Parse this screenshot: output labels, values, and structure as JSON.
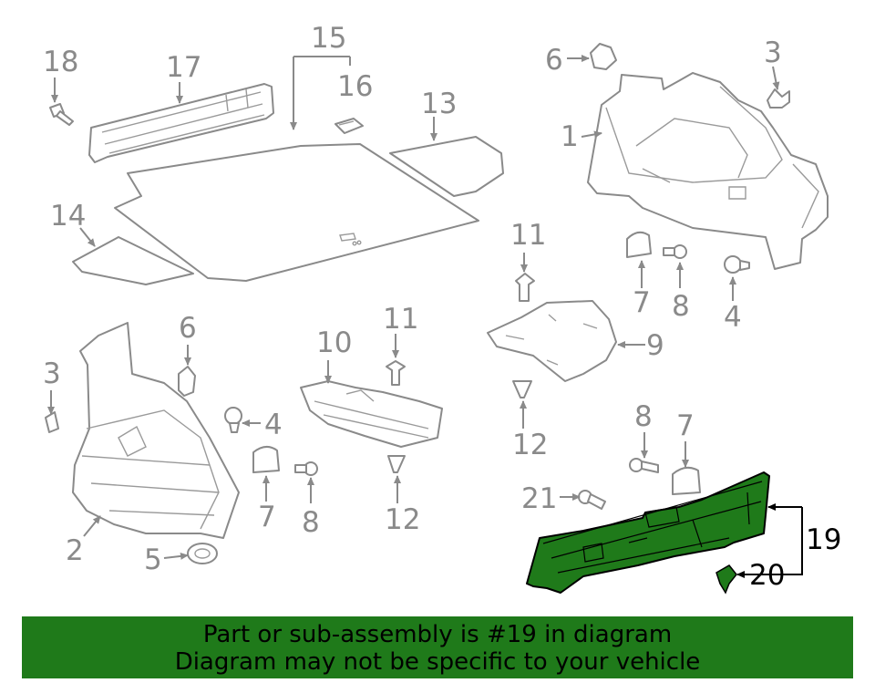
{
  "callouts": {
    "c1": "1",
    "c2": "2",
    "c3a": "3",
    "c3b": "3",
    "c4a": "4",
    "c4b": "4",
    "c5": "5",
    "c6a": "6",
    "c6b": "6",
    "c7a": "7",
    "c7b": "7",
    "c7c": "7",
    "c8a": "8",
    "c8b": "8",
    "c8c": "8",
    "c9": "9",
    "c10": "10",
    "c11a": "11",
    "c11b": "11",
    "c12a": "12",
    "c12b": "12",
    "c13": "13",
    "c14": "14",
    "c15": "15",
    "c16": "16",
    "c17": "17",
    "c18": "18",
    "c19": "19",
    "c20": "20",
    "c21": "21"
  },
  "highlight_color": "#1f7a1a",
  "banner": {
    "line1": "Part or sub-assembly is #19 in diagram",
    "line2": "Diagram may not be specific to your vehicle"
  }
}
